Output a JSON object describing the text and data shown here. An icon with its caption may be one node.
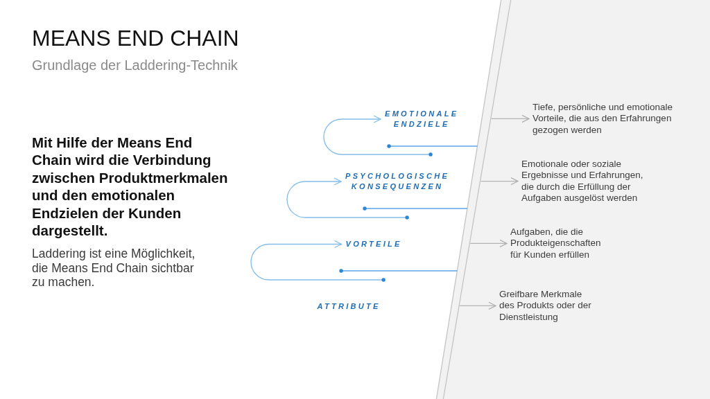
{
  "diagram": {
    "title": "MEANS END CHAIN",
    "nodes": [
      {
        "text": [
          "EMOTIONALE ENDZIELE"
        ]
      },
      {
        "text": [
          "Tiefe, persönliche und emotionale Vorteile, die aus den Erfahrungen gezogen werden"
        ]
      },
      {
        "text": [
          "PSYCHOLOGISCHE KONSEQUENZEN"
        ]
      },
      {
        "text": [
          "Emotionale oder soziale Ergebnisse und Erfahrungen, die durch die Erfüllung der Aufgaben ausgelöst werden"
        ]
      },
      {
        "text": [
          "VORTEILE"
        ]
      },
      {
        "text": [
          "Aufgaben, die die Produkteigenschaften für Kunden erfüllen"
        ]
      },
      {
        "text": [
          "ATTRIBUTE"
        ]
      },
      {
        "text": [
          "Greifbare Merkmale des Produkts oder der Dienstleistung"
        ]
      }
    ],
    "edges": [
      {
        "from": 6,
        "to": 4,
        "arrow": "to",
        "color": "#84bdea"
      },
      {
        "from": 4,
        "to": 2,
        "arrow": "to",
        "color": "#84bdea"
      },
      {
        "from": 2,
        "to": 0,
        "arrow": "to",
        "color": "#84bdea"
      },
      {
        "from": null,
        "to": 1,
        "arrow": "to"
      },
      {
        "from": null,
        "to": 3,
        "arrow": "to"
      },
      {
        "from": null,
        "to": 5,
        "arrow": "to"
      },
      {
        "from": null,
        "to": 7,
        "arrow": "to"
      }
    ],
    "labels": [
      "Grundlage der Laddering-Technik",
      "Mit Hilfe der Means End Chain wird die Verbindung zwischen Produktmerkmalen und den emotionalen Endzielen der Kunden dargestellt.",
      "Laddering ist eine Möglichkeit, die Means End Chain sichtbar zu machen."
    ]
  }
}
